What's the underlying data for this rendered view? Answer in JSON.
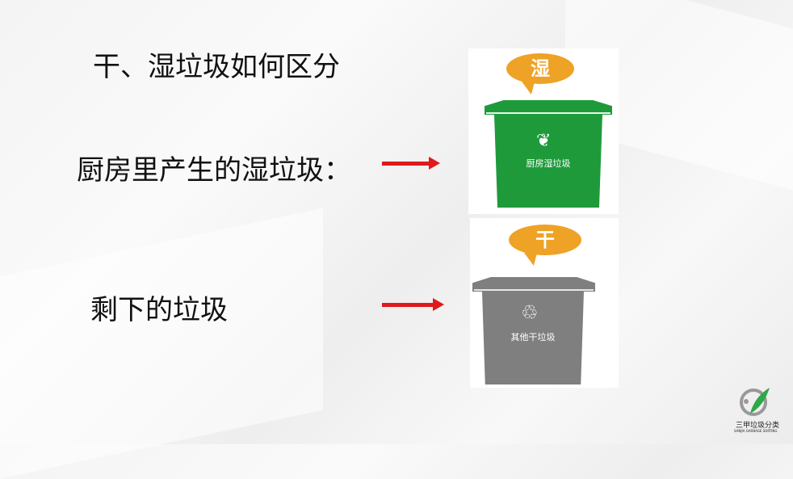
{
  "slide": {
    "title": "干、湿垃圾如何区分",
    "line1": "厨房里产生的湿垃圾：",
    "line2": "剩下的垃圾"
  },
  "bins": [
    {
      "bubble": "湿",
      "label": "厨房湿垃圾",
      "color": "#1e9a3b",
      "icon": "food-waste-icon"
    },
    {
      "bubble": "干",
      "label": "其他干垃圾",
      "color": "#7f7f7f",
      "icon": "recycle-arrows-icon"
    }
  ],
  "arrow_color": "#e0191b",
  "bubble_color": "#eea226",
  "logo": {
    "name": "三甲垃圾分类",
    "subtitle": "SANJIA GARBAGE SORTING"
  }
}
